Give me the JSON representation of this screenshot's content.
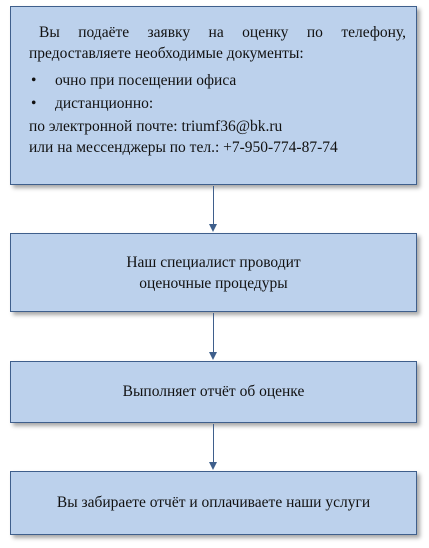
{
  "steps": [
    {
      "intro": "Вы подаёте заявку на оценку по телефону, предоставляете необходимые документы:",
      "bullets": [
        "очно при посещении офиса",
        "дистанционно:"
      ],
      "bullet_symbol": "•",
      "email_line": "по электронной почте: triumf36@bk.ru",
      "phone_line": "или на мессенджеры по тел.: +7-950-774-87-74"
    },
    {
      "line1": "Наш специалист проводит",
      "line2": "оценочные процедуры"
    },
    {
      "text": "Выполняет отчёт об оценке"
    },
    {
      "text": "Вы забираете отчёт и оплачиваете наши услуги"
    }
  ],
  "colors": {
    "box_fill": "#bcd1ec",
    "box_border": "#3f5f8c",
    "arrow": "#3f5f8c"
  }
}
